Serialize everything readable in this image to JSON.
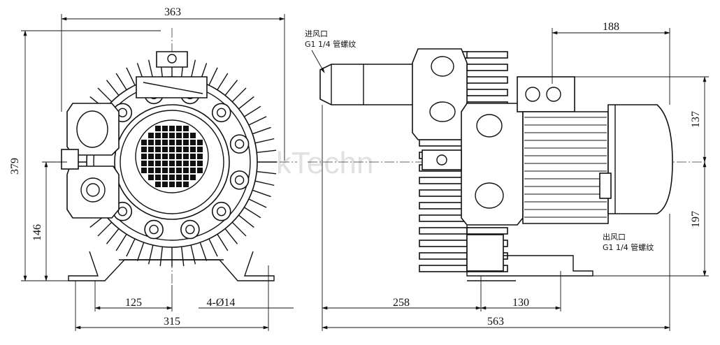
{
  "front_view": {
    "overall_width": "363",
    "height": "379",
    "axis_height": "146",
    "foot_span": "315",
    "foot_half": "125",
    "mount_holes": "4-Ø14"
  },
  "side_view": {
    "motor_length": "188",
    "upper_height": "137",
    "lower_height": "197",
    "foot_offset": "258",
    "foot_length": "130",
    "overall_length": "563"
  },
  "inlet_label": "进风口",
  "inlet_thread": "G1 1/4 管螺纹",
  "outlet_label": "出风口",
  "outlet_thread": "G1 1/4 管螺纹",
  "watermark": "kTechn"
}
